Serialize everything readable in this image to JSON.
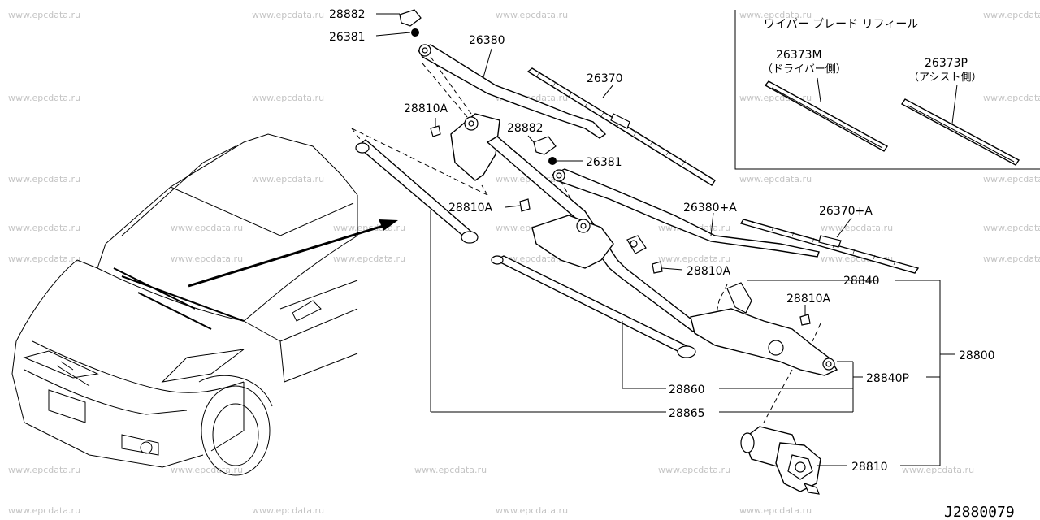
{
  "watermark": "www.epcdata.ru",
  "diagram_id": "J2880079",
  "refill_box": {
    "title": "ワイパー ブレード リフィール",
    "driver": {
      "part": "26373M",
      "side": "（ドライバー側）"
    },
    "assist": {
      "part": "26373P",
      "side": "（アシスト側）"
    }
  },
  "labels": {
    "l28882a": "28882",
    "l26381a": "26381",
    "l26380": "26380",
    "l26370": "26370",
    "l28810a_1": "28810A",
    "l28882b": "28882",
    "l26381b": "26381",
    "l28810a_2": "28810A",
    "l26380a": "26380+A",
    "l26370a": "26370+A",
    "l28810a_3": "28810A",
    "l28840": "28840",
    "l28810a_4": "28810A",
    "l28800": "28800",
    "l28860": "28860",
    "l28840p": "28840P",
    "l28865": "28865",
    "l28810": "28810"
  }
}
